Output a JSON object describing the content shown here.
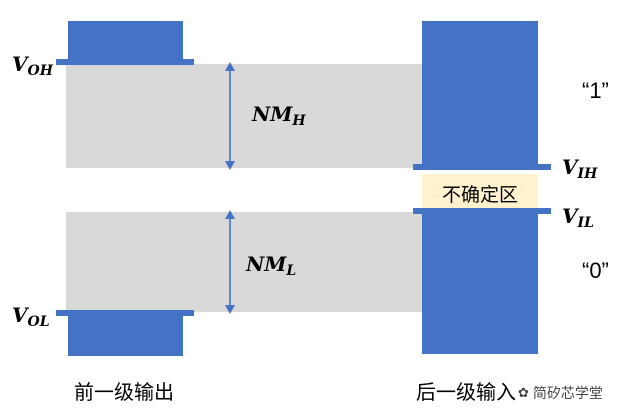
{
  "labels": {
    "voh_main": "V",
    "voh_sub": "OH",
    "vol_main": "V",
    "vol_sub": "OL",
    "vih_main": "V",
    "vih_sub": "IH",
    "vil_main": "V",
    "vil_sub": "IL",
    "nmh_main": "NM",
    "nmh_sub": "H",
    "nml_main": "NM",
    "nml_sub": "L"
  },
  "states": {
    "high": "“1”",
    "low": "“0”"
  },
  "uncertain_region": "不确定区",
  "captions": {
    "left": "前一级输出",
    "right": "后一级输入"
  },
  "watermark": "简矽芯学堂",
  "colors": {
    "blue": "#4472c4",
    "gray": "#d9d9d9",
    "uncertain": "#fff2cc",
    "arrow": "#4472c4"
  }
}
